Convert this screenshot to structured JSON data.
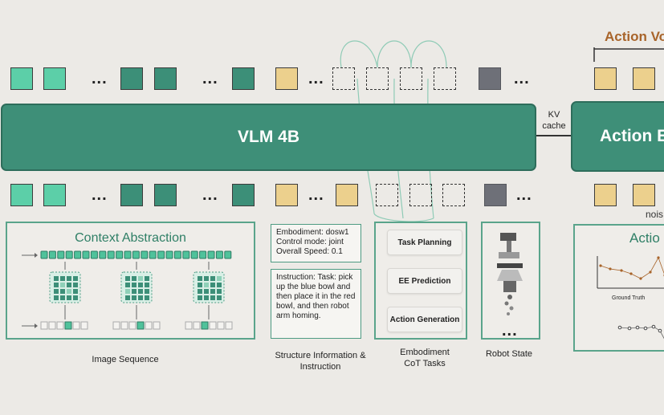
{
  "header": {
    "action_label": "Action Vo"
  },
  "tokens": {
    "ellipsis": "..."
  },
  "vlm": {
    "label": "VLM 4B"
  },
  "kv_cache": {
    "line1": "KV",
    "line2": "cache"
  },
  "action_expert": {
    "label": "Action E"
  },
  "noise_label": "nois",
  "context": {
    "title": "Context Abstraction"
  },
  "structure": {
    "lines": [
      "Embodiment: dosw1",
      "Control mode: joint",
      "Overall Speed: 0.1"
    ],
    "instruction": "Instruction: Task: pick up the blue bowl and then place it in the red bowl, and then robot arm homing."
  },
  "cot": {
    "items": [
      "Task Planning",
      "EE Prediction",
      "Action Generation"
    ]
  },
  "robot": {
    "dots": "..."
  },
  "action_panel": {
    "title": "Actio",
    "ground_truth": "Ground Truth"
  },
  "captions": {
    "image_sequence": "Image Sequence",
    "structure": "Structure Information & Instruction",
    "embodiment_cot": "Embodiment CoT Tasks",
    "robot_state": "Robot State"
  },
  "colors": {
    "teal_light": "#5ccfa8",
    "teal_dark": "#3c8f78",
    "yellow": "#ecd08d",
    "accent_orange": "#a8642a"
  }
}
